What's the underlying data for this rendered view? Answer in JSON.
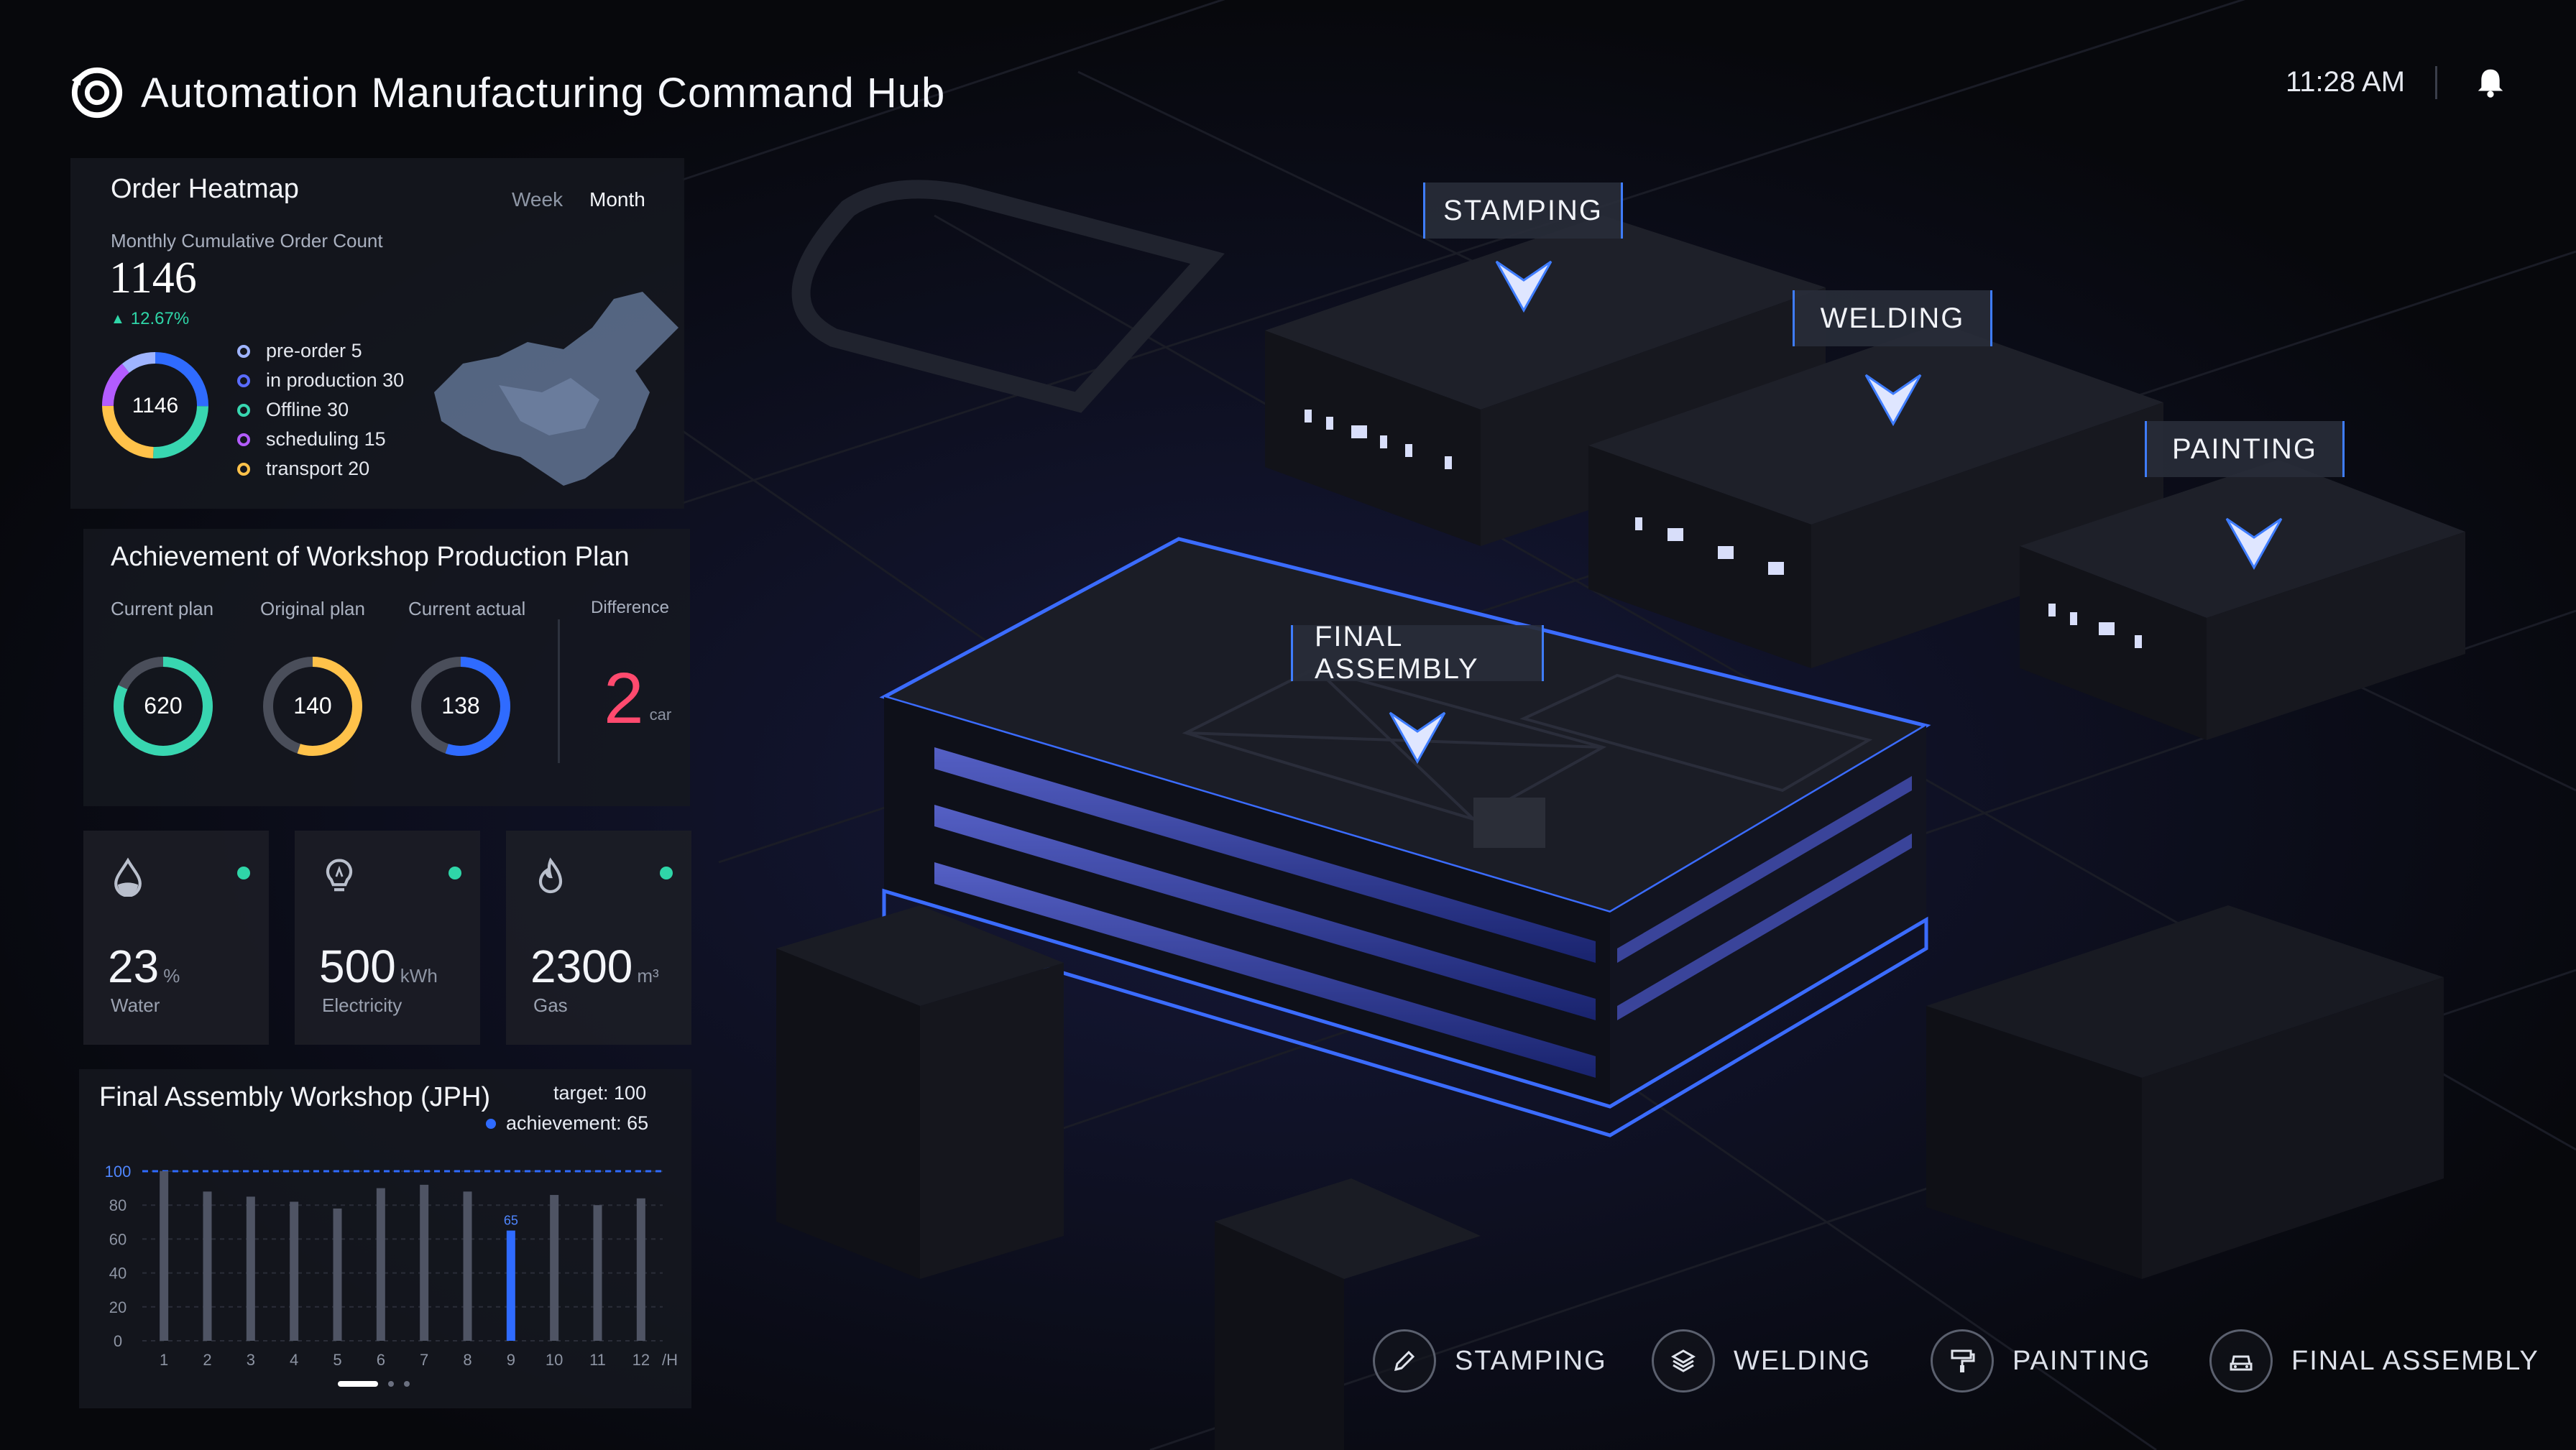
{
  "header": {
    "title": "Automation Manufacturing Command Hub",
    "time": "11:28 AM",
    "logo_icon": "target-logo-icon",
    "bell_icon": "bell-icon"
  },
  "order_heatmap": {
    "title": "Order Heatmap",
    "tabs": [
      "Week",
      "Month"
    ],
    "active_tab": "Month",
    "cumulative_label": "Monthly Cumulative Order Count",
    "total": "1146",
    "growth": "12.67%",
    "donut_center": "1146",
    "legend": [
      {
        "label": "pre-order",
        "value": "5",
        "color": "#9fb4ff"
      },
      {
        "label": "in production",
        "value": "30",
        "color": "#5a6cff"
      },
      {
        "label": "Offline",
        "value": "30",
        "color": "#38d6b0"
      },
      {
        "label": "scheduling",
        "value": "15",
        "color": "#b35cff"
      },
      {
        "label": "transport",
        "value": "20",
        "color": "#ffc24a"
      }
    ]
  },
  "production_plan": {
    "title": "Achievement of Workshop Production Plan",
    "gauges": [
      {
        "label": "Current plan",
        "value": "620",
        "color": "#38d6b0",
        "fraction": 0.82
      },
      {
        "label": "Original plan",
        "value": "140",
        "color": "#ffc24a",
        "fraction": 0.55
      },
      {
        "label": "Current actual",
        "value": "138",
        "color": "#2f6bff",
        "fraction": 0.55
      }
    ],
    "difference_label": "Difference",
    "difference_value": "2",
    "difference_unit": "car"
  },
  "metrics": [
    {
      "label": "Water",
      "value": "23",
      "unit": "%",
      "icon": "water-drop-icon"
    },
    {
      "label": "Electricity",
      "value": "500",
      "unit": "kWh",
      "icon": "lightbulb-icon"
    },
    {
      "label": "Gas",
      "value": "2300",
      "unit": "m³",
      "icon": "flame-icon"
    }
  ],
  "jph": {
    "title": "Final Assembly Workshop (JPH)",
    "target_label": "target: 100",
    "achievement_label": "achievement: 65",
    "highlight_label": "65"
  },
  "chart_data": {
    "type": "bar",
    "categories": [
      "1",
      "2",
      "3",
      "4",
      "5",
      "6",
      "7",
      "8",
      "9",
      "10",
      "11",
      "12"
    ],
    "values": [
      100,
      88,
      85,
      82,
      78,
      90,
      92,
      88,
      65,
      86,
      80,
      84
    ],
    "highlight_index": 8,
    "target": 100,
    "ylim": [
      0,
      100
    ],
    "yticks": [
      "0",
      "20",
      "40",
      "60",
      "80",
      "100"
    ],
    "x_unit": "/H",
    "bar_color": "#4f5464",
    "highlight_color": "#2f6bff",
    "target_line_color": "#2f6bff"
  },
  "map_labels": [
    {
      "label": "STAMPING"
    },
    {
      "label": "WELDING"
    },
    {
      "label": "PAINTING"
    },
    {
      "label": "FINAL ASSEMBLY"
    }
  ],
  "bottom_nav": [
    {
      "label": "STAMPING",
      "icon": "pencil-icon"
    },
    {
      "label": "WELDING",
      "icon": "layers-icon"
    },
    {
      "label": "PAINTING",
      "icon": "paint-roller-icon"
    },
    {
      "label": "FINAL ASSEMBLY",
      "icon": "car-icon"
    }
  ],
  "pagination": {
    "count": 3,
    "active": 0
  }
}
